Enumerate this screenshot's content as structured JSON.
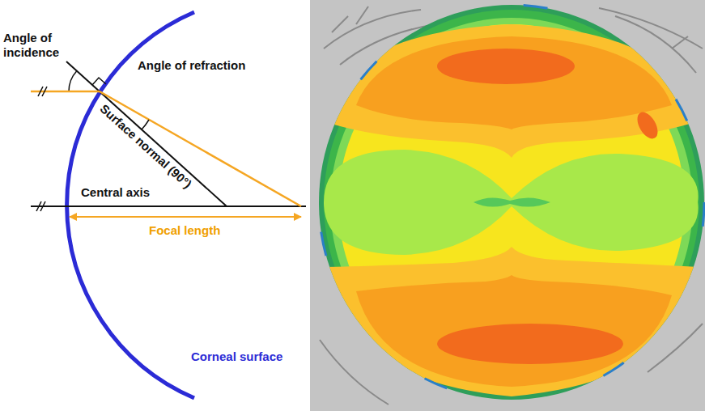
{
  "diagram": {
    "labels": [
      "Angle of incidence",
      "Angle of refraction",
      "Surface normal (90°)",
      "Central axis",
      "Focal length",
      "Corneal surface"
    ]
  }
}
